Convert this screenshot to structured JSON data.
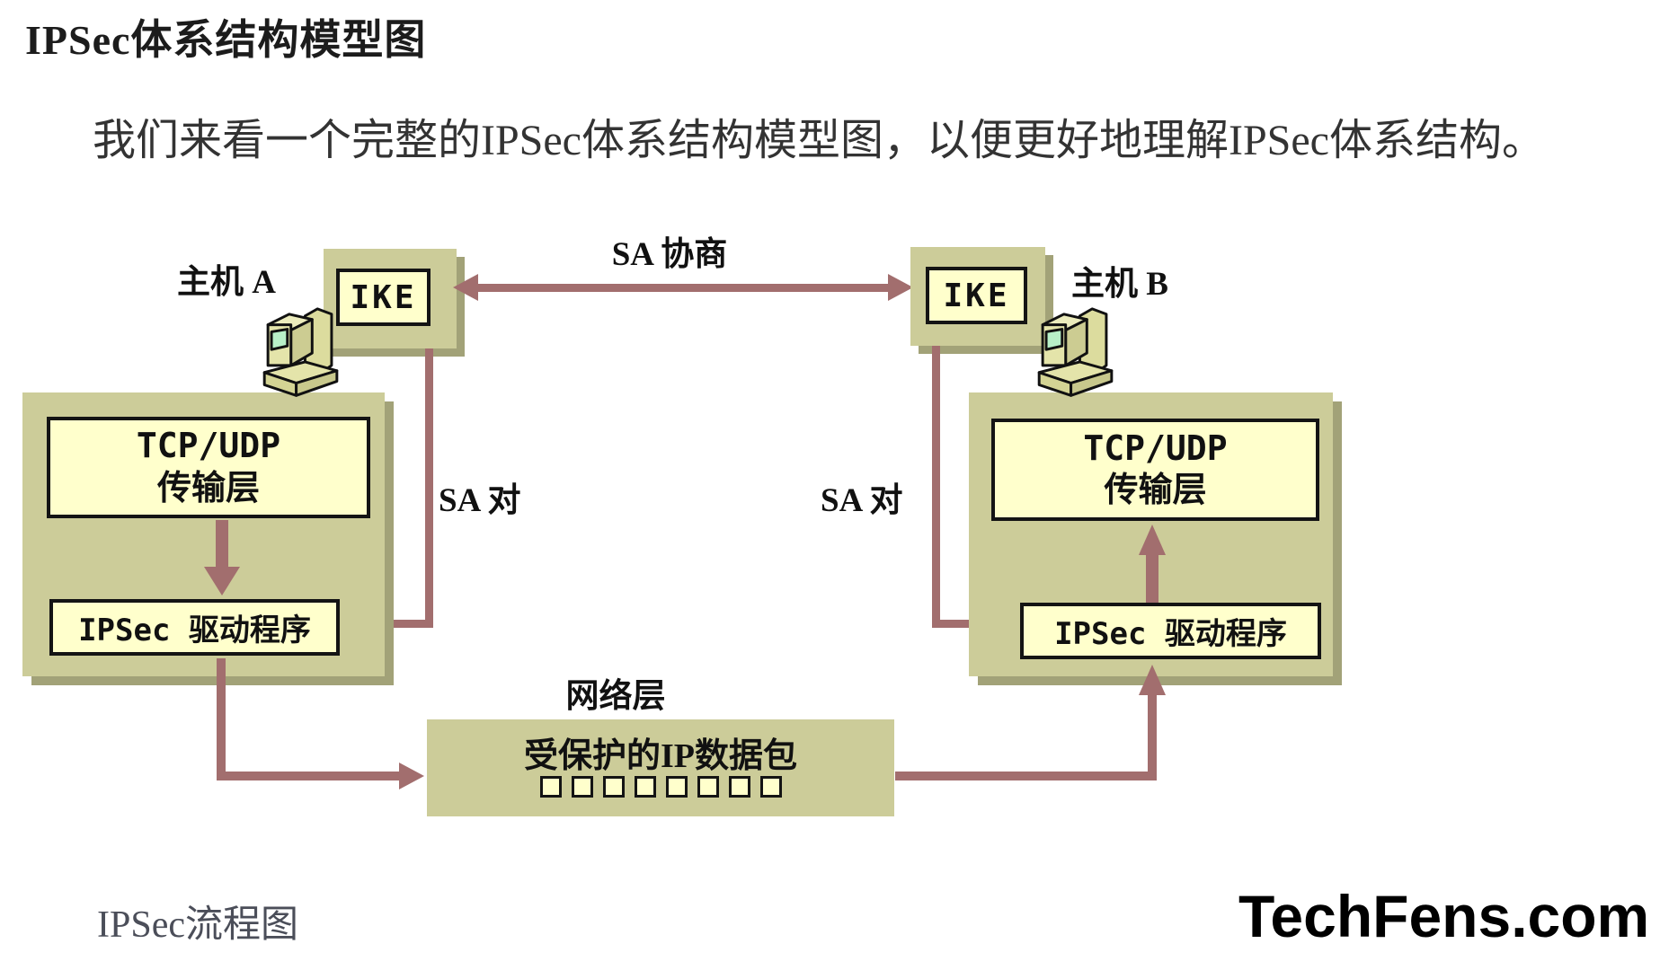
{
  "header": {
    "title": "IPSec体系结构模型图"
  },
  "intro": {
    "text": "我们来看一个完整的IPSec体系结构模型图，以便更好地理解IPSec体系结构。"
  },
  "diagram": {
    "host_a": {
      "label": "主机 A",
      "ike_label": "IKE",
      "transport_line1": "TCP/UDP",
      "transport_line2": "传输层",
      "driver_label": "IPSec 驱动程序"
    },
    "host_b": {
      "label": "主机 B",
      "ike_label": "IKE",
      "transport_line1": "TCP/UDP",
      "transport_line2": "传输层",
      "driver_label": "IPSec 驱动程序"
    },
    "sa_negotiation": {
      "label": "SA 协商"
    },
    "sa_pair_a": {
      "label": "SA 对"
    },
    "sa_pair_b": {
      "label": "SA 对"
    },
    "network": {
      "layer_label": "网络层",
      "box_label": "受保护的IP数据包",
      "packet_count": 8
    },
    "colors": {
      "panel": "#cccc99",
      "panel_shadow": "#a2a278",
      "box_fill": "#ffffcc",
      "arrow": "#a26e6e",
      "border": "#141414"
    }
  },
  "footer": {
    "caption": "IPSec流程图",
    "watermark": "TechFens.com"
  }
}
